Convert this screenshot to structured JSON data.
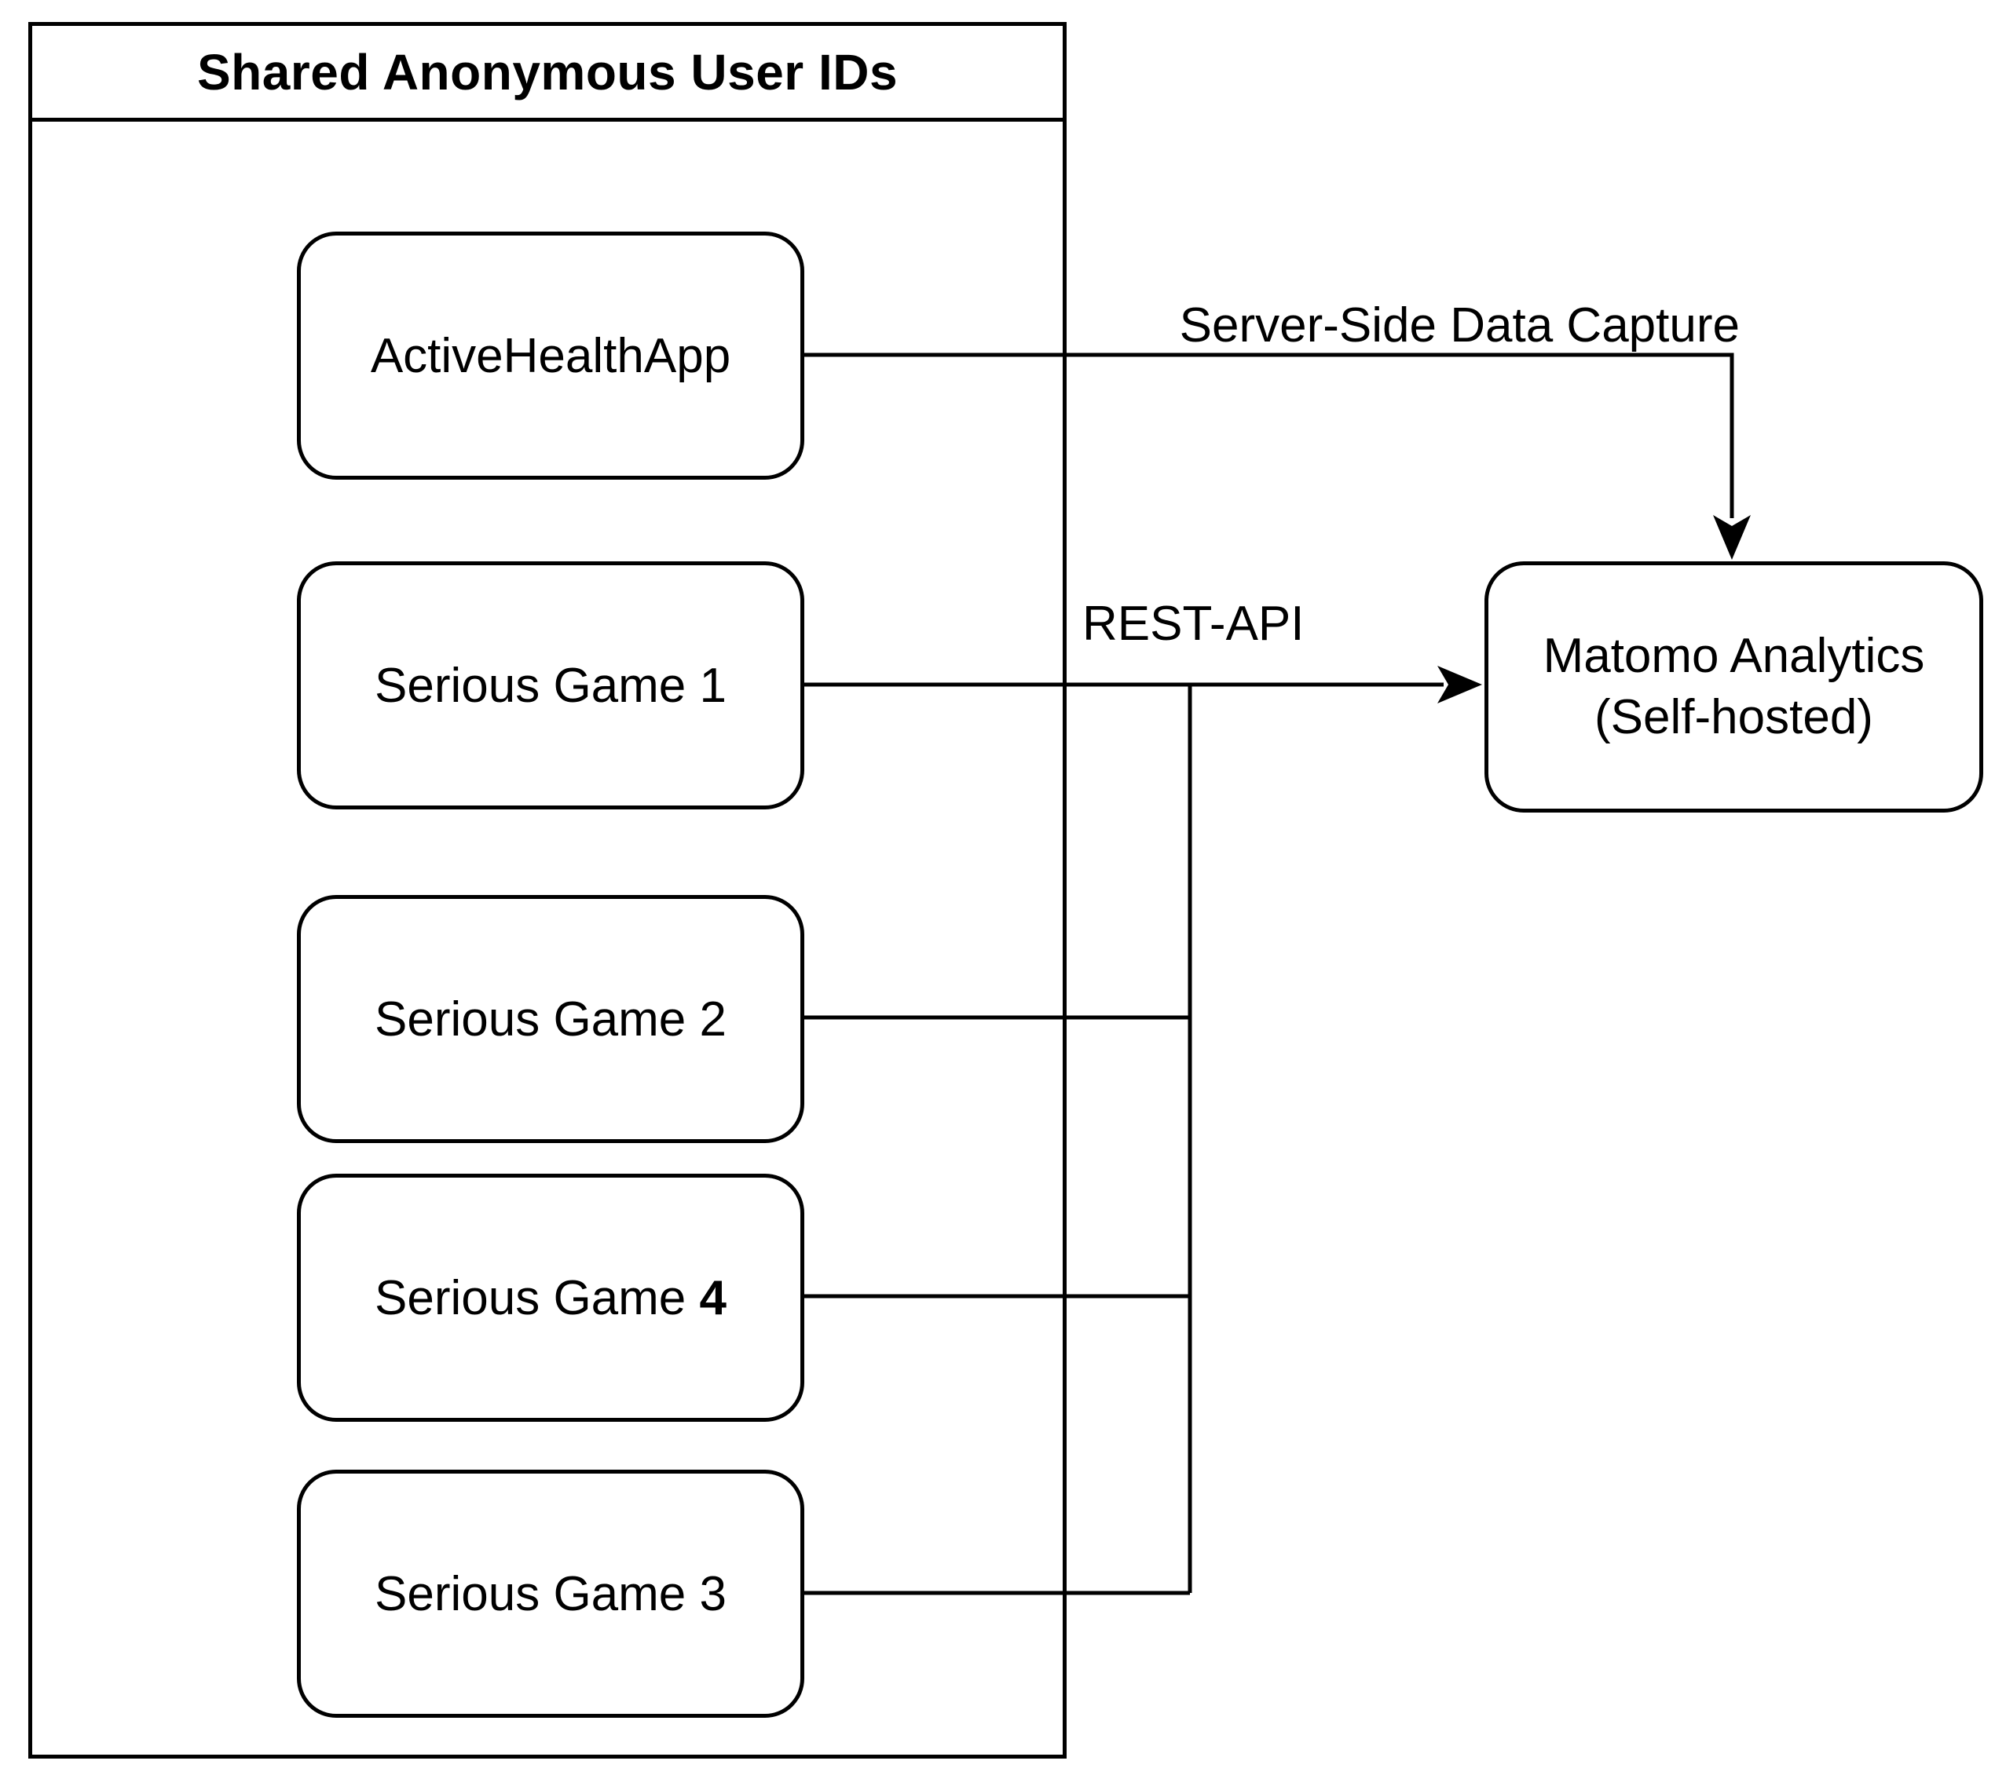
{
  "group": {
    "title": "Shared Anonymous User IDs"
  },
  "nodes": {
    "activeHealthApp": {
      "label": "ActiveHealthApp"
    },
    "seriousGame1": {
      "label": "Serious Game 1"
    },
    "seriousGame2": {
      "label": "Serious Game 2"
    },
    "seriousGame4": {
      "label": "Serious Game ",
      "boldNumber": "4"
    },
    "seriousGame3": {
      "label": "Serious Game 3"
    },
    "matomo": {
      "line1": "Matomo Analytics",
      "line2": "(Self-hosted)"
    }
  },
  "edges": {
    "serverSideCapture": {
      "label": "Server-Side Data Capture"
    },
    "restApi": {
      "label": "REST-API"
    }
  },
  "colors": {
    "stroke": "#000000",
    "background": "#ffffff"
  }
}
